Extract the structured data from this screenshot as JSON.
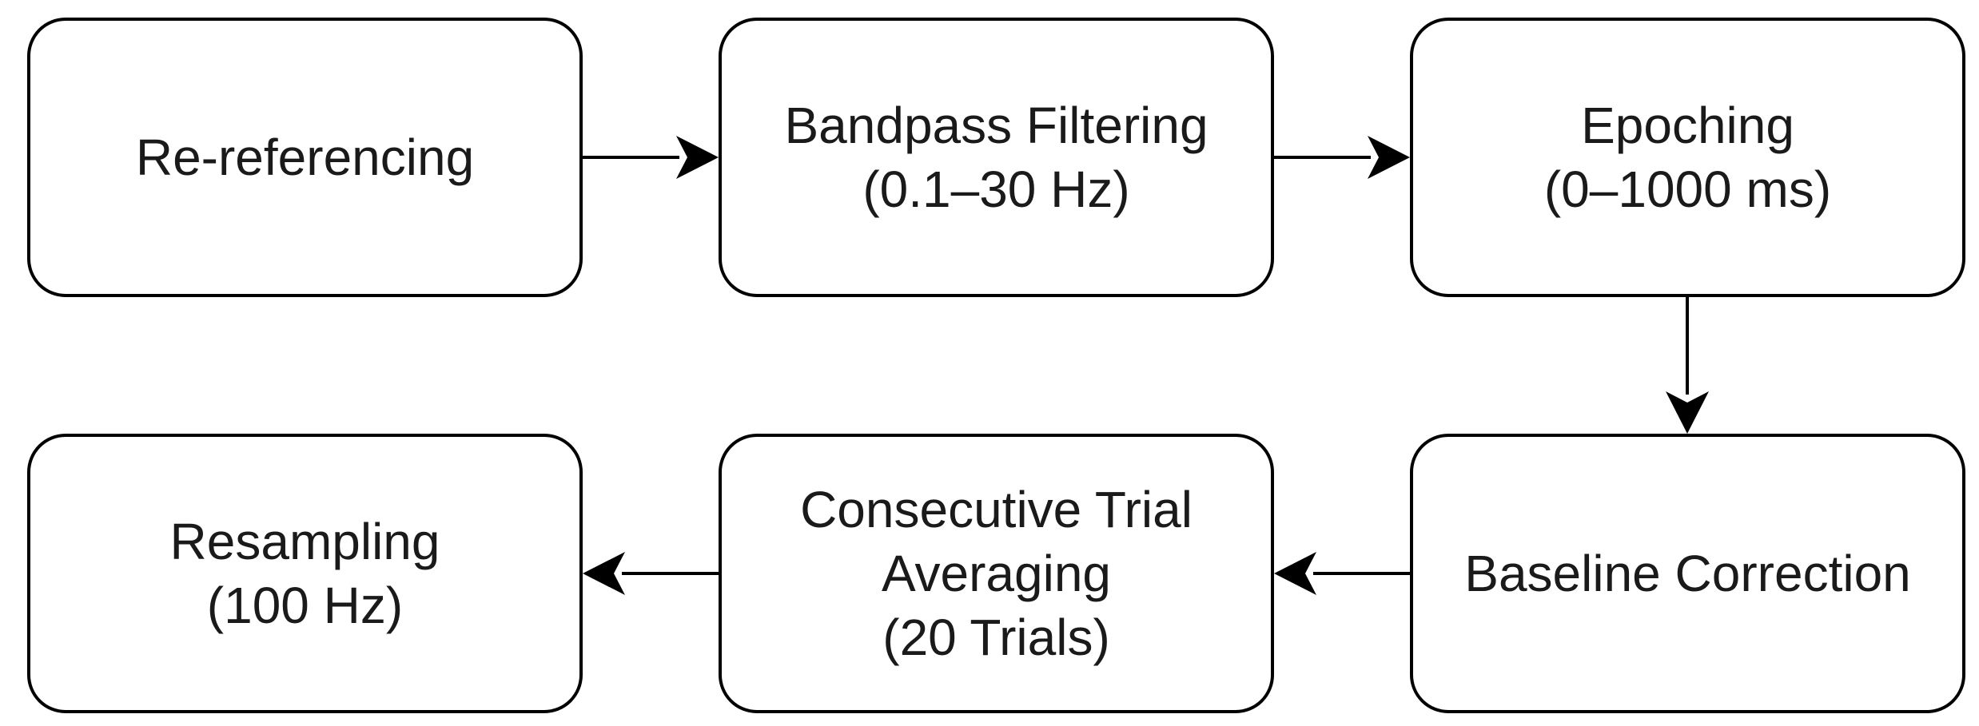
{
  "steps": [
    {
      "id": "re-referencing",
      "lines": [
        "Re-referencing"
      ]
    },
    {
      "id": "bandpass-filtering",
      "lines": [
        "Bandpass Filtering",
        "(0.1–30 Hz)"
      ]
    },
    {
      "id": "epoching",
      "lines": [
        "Epoching",
        "(0–1000 ms)"
      ]
    },
    {
      "id": "baseline-correction",
      "lines": [
        "Baseline Correction"
      ]
    },
    {
      "id": "consecutive-trial-averaging",
      "lines": [
        "Consecutive Trial",
        "Averaging",
        "(20 Trials)"
      ]
    },
    {
      "id": "resampling",
      "lines": [
        "Resampling",
        "(100 Hz)"
      ]
    }
  ],
  "flow": [
    [
      "re-referencing",
      "bandpass-filtering"
    ],
    [
      "bandpass-filtering",
      "epoching"
    ],
    [
      "epoching",
      "baseline-correction"
    ],
    [
      "baseline-correction",
      "consecutive-trial-averaging"
    ],
    [
      "consecutive-trial-averaging",
      "resampling"
    ]
  ],
  "colors": {
    "stroke": "#000000",
    "text": "#1a1a1a",
    "background": "#ffffff"
  }
}
